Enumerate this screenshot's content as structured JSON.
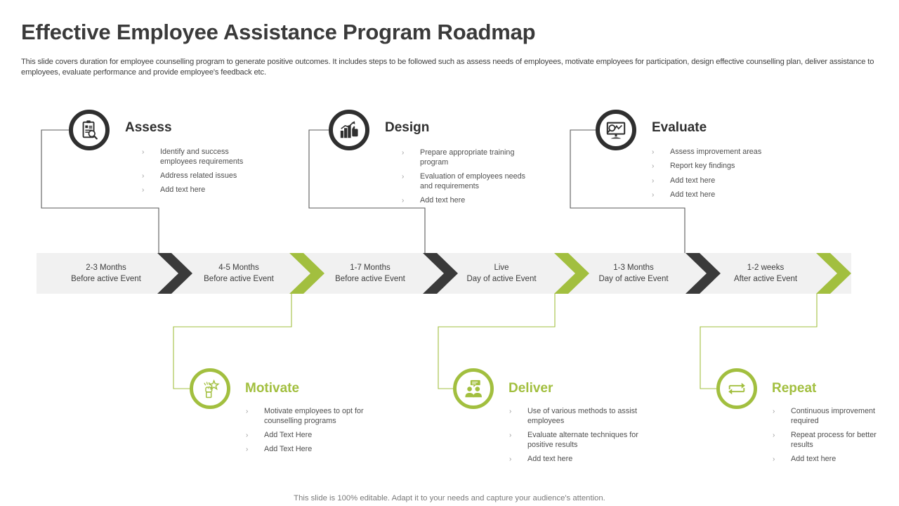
{
  "header": {
    "title": "Effective Employee Assistance Program Roadmap",
    "subtitle": "This slide covers duration for employee counselling program to generate positive outcomes. It includes steps to be followed such as assess needs of employees, motivate employees for participation, design effective counselling plan, deliver assistance to employees, evaluate performance and provide employee's feedback etc."
  },
  "colors": {
    "accent_green": "#a2bf3f",
    "dark": "#2f2f2f",
    "bar_background": "#f1f1f1",
    "title_text": "#3a3a3a",
    "body_text": "#4f4f4f"
  },
  "timeline": {
    "segments": [
      {
        "line1": "2-3 Months",
        "line2": "Before  active Event",
        "chevron_color": "dark"
      },
      {
        "line1": "4-5 Months",
        "line2": "Before  active Event",
        "chevron_color": "green"
      },
      {
        "line1": "1-7 Months",
        "line2": "Before  active Event",
        "chevron_color": "dark"
      },
      {
        "line1": "Live",
        "line2": "Day of active Event",
        "chevron_color": "green"
      },
      {
        "line1": "1-3 Months",
        "line2": "Day of active Event",
        "chevron_color": "dark"
      },
      {
        "line1": "1-2 weeks",
        "line2": "After active Event",
        "chevron_color": "green"
      }
    ]
  },
  "steps": {
    "top": [
      {
        "title": "Assess",
        "icon": "clipboard-magnifier-icon",
        "theme": "dark",
        "bullets": [
          "Identify and success employees requirements",
          "Address related issues",
          "Add text here"
        ]
      },
      {
        "title": "Design",
        "icon": "bar-chart-thumbs-up-icon",
        "theme": "dark",
        "bullets": [
          "Prepare appropriate training program",
          "Evaluation of employees needs and requirements",
          "Add text here"
        ]
      },
      {
        "title": "Evaluate",
        "icon": "monitor-analysis-icon",
        "theme": "dark",
        "bullets": [
          "Assess improvement areas",
          "Report key findings",
          "Add text here",
          "Add text here"
        ]
      }
    ],
    "bottom": [
      {
        "title": "Motivate",
        "icon": "hand-star-icon",
        "theme": "green",
        "bullets": [
          "Motivate  employees to opt for counselling programs",
          "Add Text Here",
          "Add Text Here"
        ]
      },
      {
        "title": "Deliver",
        "icon": "people-speech-icon",
        "theme": "green",
        "bullets": [
          "Use of various methods to assist employees",
          "Evaluate alternate techniques for positive results",
          "Add text here"
        ]
      },
      {
        "title": "Repeat",
        "icon": "loop-arrows-icon",
        "theme": "green",
        "bullets": [
          "Continuous improvement required",
          "Repeat process for better results",
          "Add text here"
        ]
      }
    ]
  },
  "bullet_marker": "›",
  "footer": {
    "note": "This slide is 100% editable. Adapt it to your needs and capture your audience's attention."
  }
}
